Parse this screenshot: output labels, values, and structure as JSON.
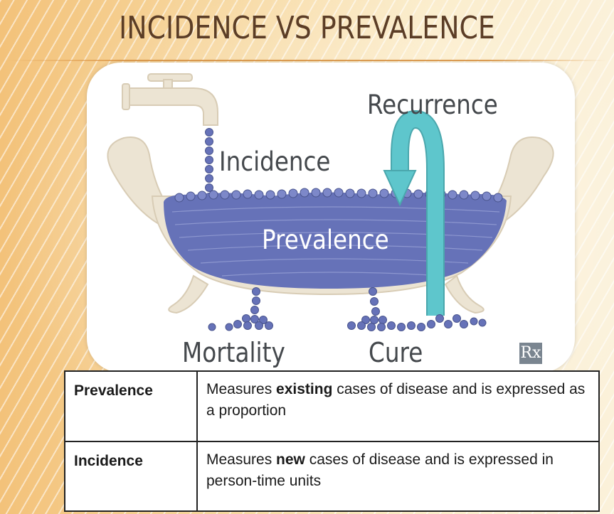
{
  "title": "INCIDENCE VS PREVALENCE",
  "diagram": {
    "labels": {
      "recurrence": "Recurrence",
      "incidence": "Incidence",
      "prevalence": "Prevalence",
      "mortality": "Mortality",
      "cure": "Cure"
    },
    "logo": "Rx",
    "colors": {
      "tub": "#ece4d3",
      "tub_outline": "#d8ccb5",
      "droplet": "#6672b8",
      "arrow": "#5ec6cc",
      "label": "#44484c"
    },
    "icons": [
      "faucet-icon",
      "bathtub-icon",
      "recurrence-arrow-icon",
      "rx-logo-icon"
    ]
  },
  "table": {
    "rows": [
      {
        "term": "Prevalence",
        "def_before": "Measures ",
        "def_bold": "existing",
        "def_after": " cases of disease and is expressed as a proportion"
      },
      {
        "term": "Incidence",
        "def_before": "Measures ",
        "def_bold": "new",
        "def_after": " cases of disease and is expressed in person-time units"
      }
    ]
  }
}
